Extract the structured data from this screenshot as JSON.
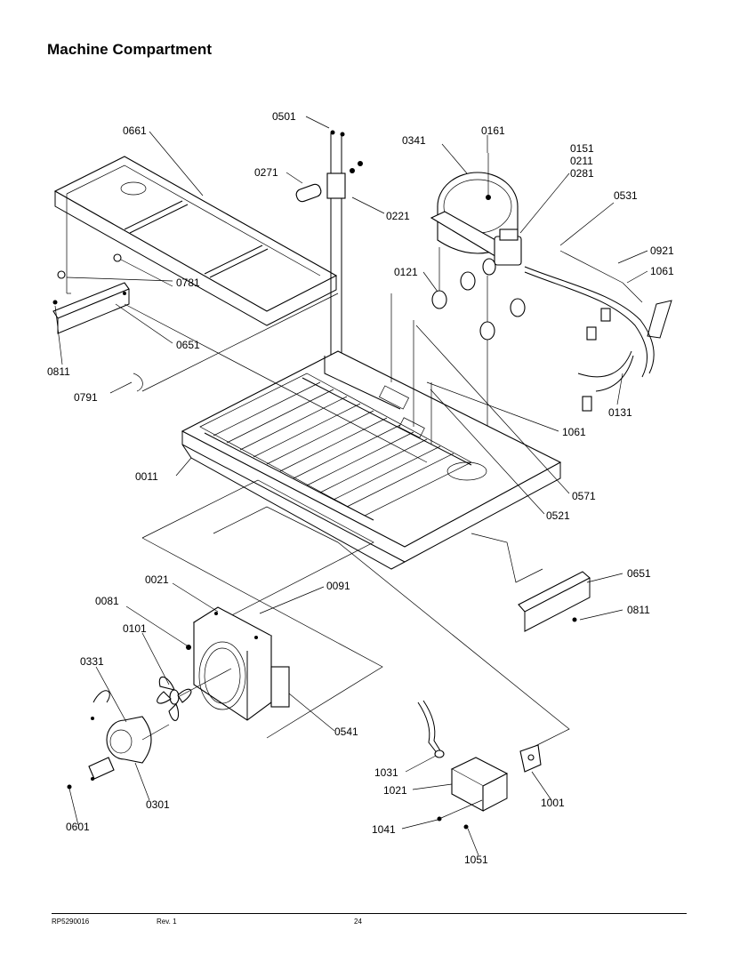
{
  "title": "Machine Compartment",
  "callouts": [
    {
      "id": "0501",
      "label": "0501"
    },
    {
      "id": "0661",
      "label": "0661"
    },
    {
      "id": "0341",
      "label": "0341"
    },
    {
      "id": "0161",
      "label": "0161"
    },
    {
      "id": "0151",
      "label": "0151"
    },
    {
      "id": "0211",
      "label": "0211"
    },
    {
      "id": "0281",
      "label": "0281"
    },
    {
      "id": "0271",
      "label": "0271"
    },
    {
      "id": "0221",
      "label": "0221"
    },
    {
      "id": "0531",
      "label": "0531"
    },
    {
      "id": "0921",
      "label": "0921"
    },
    {
      "id": "1061a",
      "label": "1061"
    },
    {
      "id": "0121",
      "label": "0121"
    },
    {
      "id": "0781",
      "label": "0781"
    },
    {
      "id": "0651a",
      "label": "0651"
    },
    {
      "id": "0811a",
      "label": "0811"
    },
    {
      "id": "0791",
      "label": "0791"
    },
    {
      "id": "0131",
      "label": "0131"
    },
    {
      "id": "1061b",
      "label": "1061"
    },
    {
      "id": "0011",
      "label": "0011"
    },
    {
      "id": "0571",
      "label": "0571"
    },
    {
      "id": "0521",
      "label": "0521"
    },
    {
      "id": "0651b",
      "label": "0651"
    },
    {
      "id": "0811b",
      "label": "0811"
    },
    {
      "id": "0021",
      "label": "0021"
    },
    {
      "id": "0091",
      "label": "0091"
    },
    {
      "id": "0081",
      "label": "0081"
    },
    {
      "id": "0101",
      "label": "0101"
    },
    {
      "id": "0331",
      "label": "0331"
    },
    {
      "id": "0541",
      "label": "0541"
    },
    {
      "id": "0301",
      "label": "0301"
    },
    {
      "id": "0601",
      "label": "0601"
    },
    {
      "id": "1031",
      "label": "1031"
    },
    {
      "id": "1021",
      "label": "1021"
    },
    {
      "id": "1001",
      "label": "1001"
    },
    {
      "id": "1041",
      "label": "1041"
    },
    {
      "id": "1051",
      "label": "1051"
    }
  ],
  "footer": {
    "doc_number": "RP5290016",
    "revision": "Rev. 1",
    "page": "24"
  }
}
